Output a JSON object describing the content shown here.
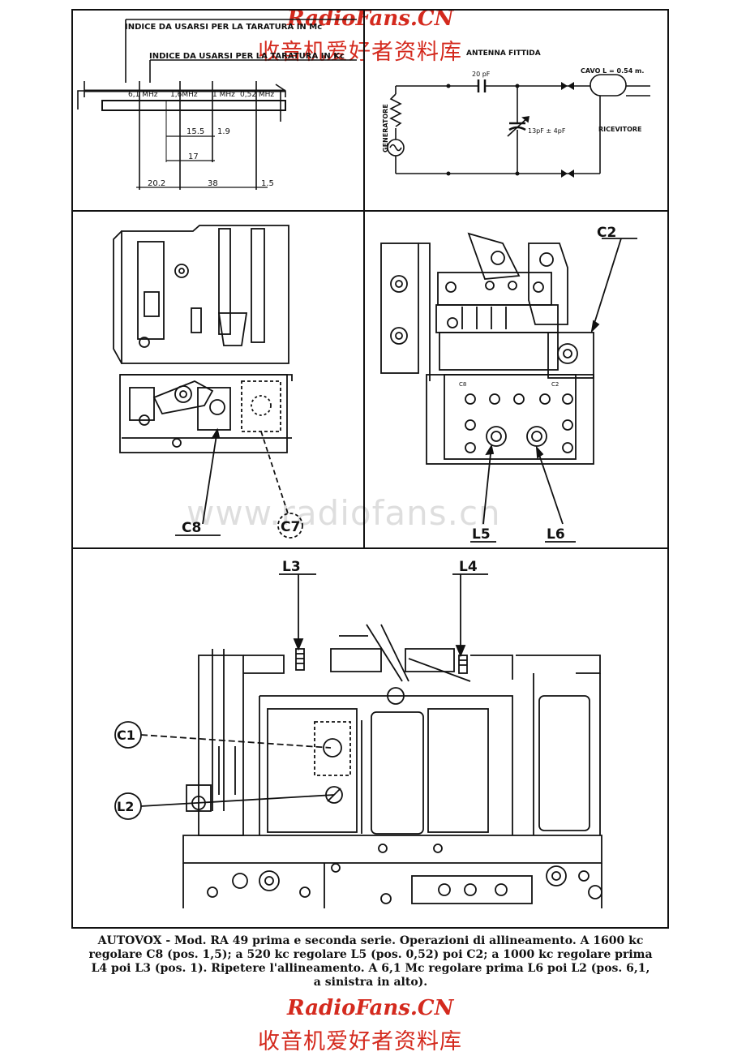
{
  "watermark": {
    "top_brand": "RadioFans.CN",
    "top_cn": "收音机爱好者资料库",
    "center_url": "www.radiofans.cn",
    "bottom_brand": "RadioFans.CN",
    "bottom_cn": "收音机爱好者资料库"
  },
  "panel_dial": {
    "label_mc": "INDICE DA USARSI PER LA TARATURA IN Mc",
    "label_kc": "INDICE DA USARSI PER LA TARATURA IN Kc",
    "freq_1": "6,1 MHz",
    "freq_2": "1,6MHz",
    "freq_3": "1 MHz",
    "freq_4": "0,52 MHz",
    "dim_155": "15.5",
    "dim_19": "1.9",
    "dim_17": "17",
    "dim_202": "20.2",
    "dim_38": "38",
    "dim_15": "1.5"
  },
  "panel_circuit": {
    "title": "ANTENNA FITTIDA",
    "cap_fixed": "20 pF",
    "cap_var": "13pF ± 4pF",
    "cable": "CAVO L = 0.54 m.",
    "generator": "GENERATORE",
    "receiver": "RICEVITORE"
  },
  "labels": {
    "c8": "C8",
    "c7": "C7",
    "c2": "C2",
    "l5": "L5",
    "l6": "L6",
    "l3": "L3",
    "l4": "L4",
    "c1": "C1",
    "l2": "L2",
    "c8_small": "C8",
    "c2_small": "C2"
  },
  "caption": {
    "line1": "AUTOVOX - Mod. RA 49 prima e seconda serie. Operazioni di allineamento. A 1600 kc",
    "line2": "regolare C8 (pos. 1,5); a 520 kc regolare L5 (pos. 0,52) poi C2; a 1000 kc regolare prima",
    "line3": "L4 poi L3 (pos. 1). Ripetere l'allineamento. A 6,1 Mc regolare prima L6 poi L2 (pos. 6,1,",
    "line4": "a sinistra in alto)."
  }
}
